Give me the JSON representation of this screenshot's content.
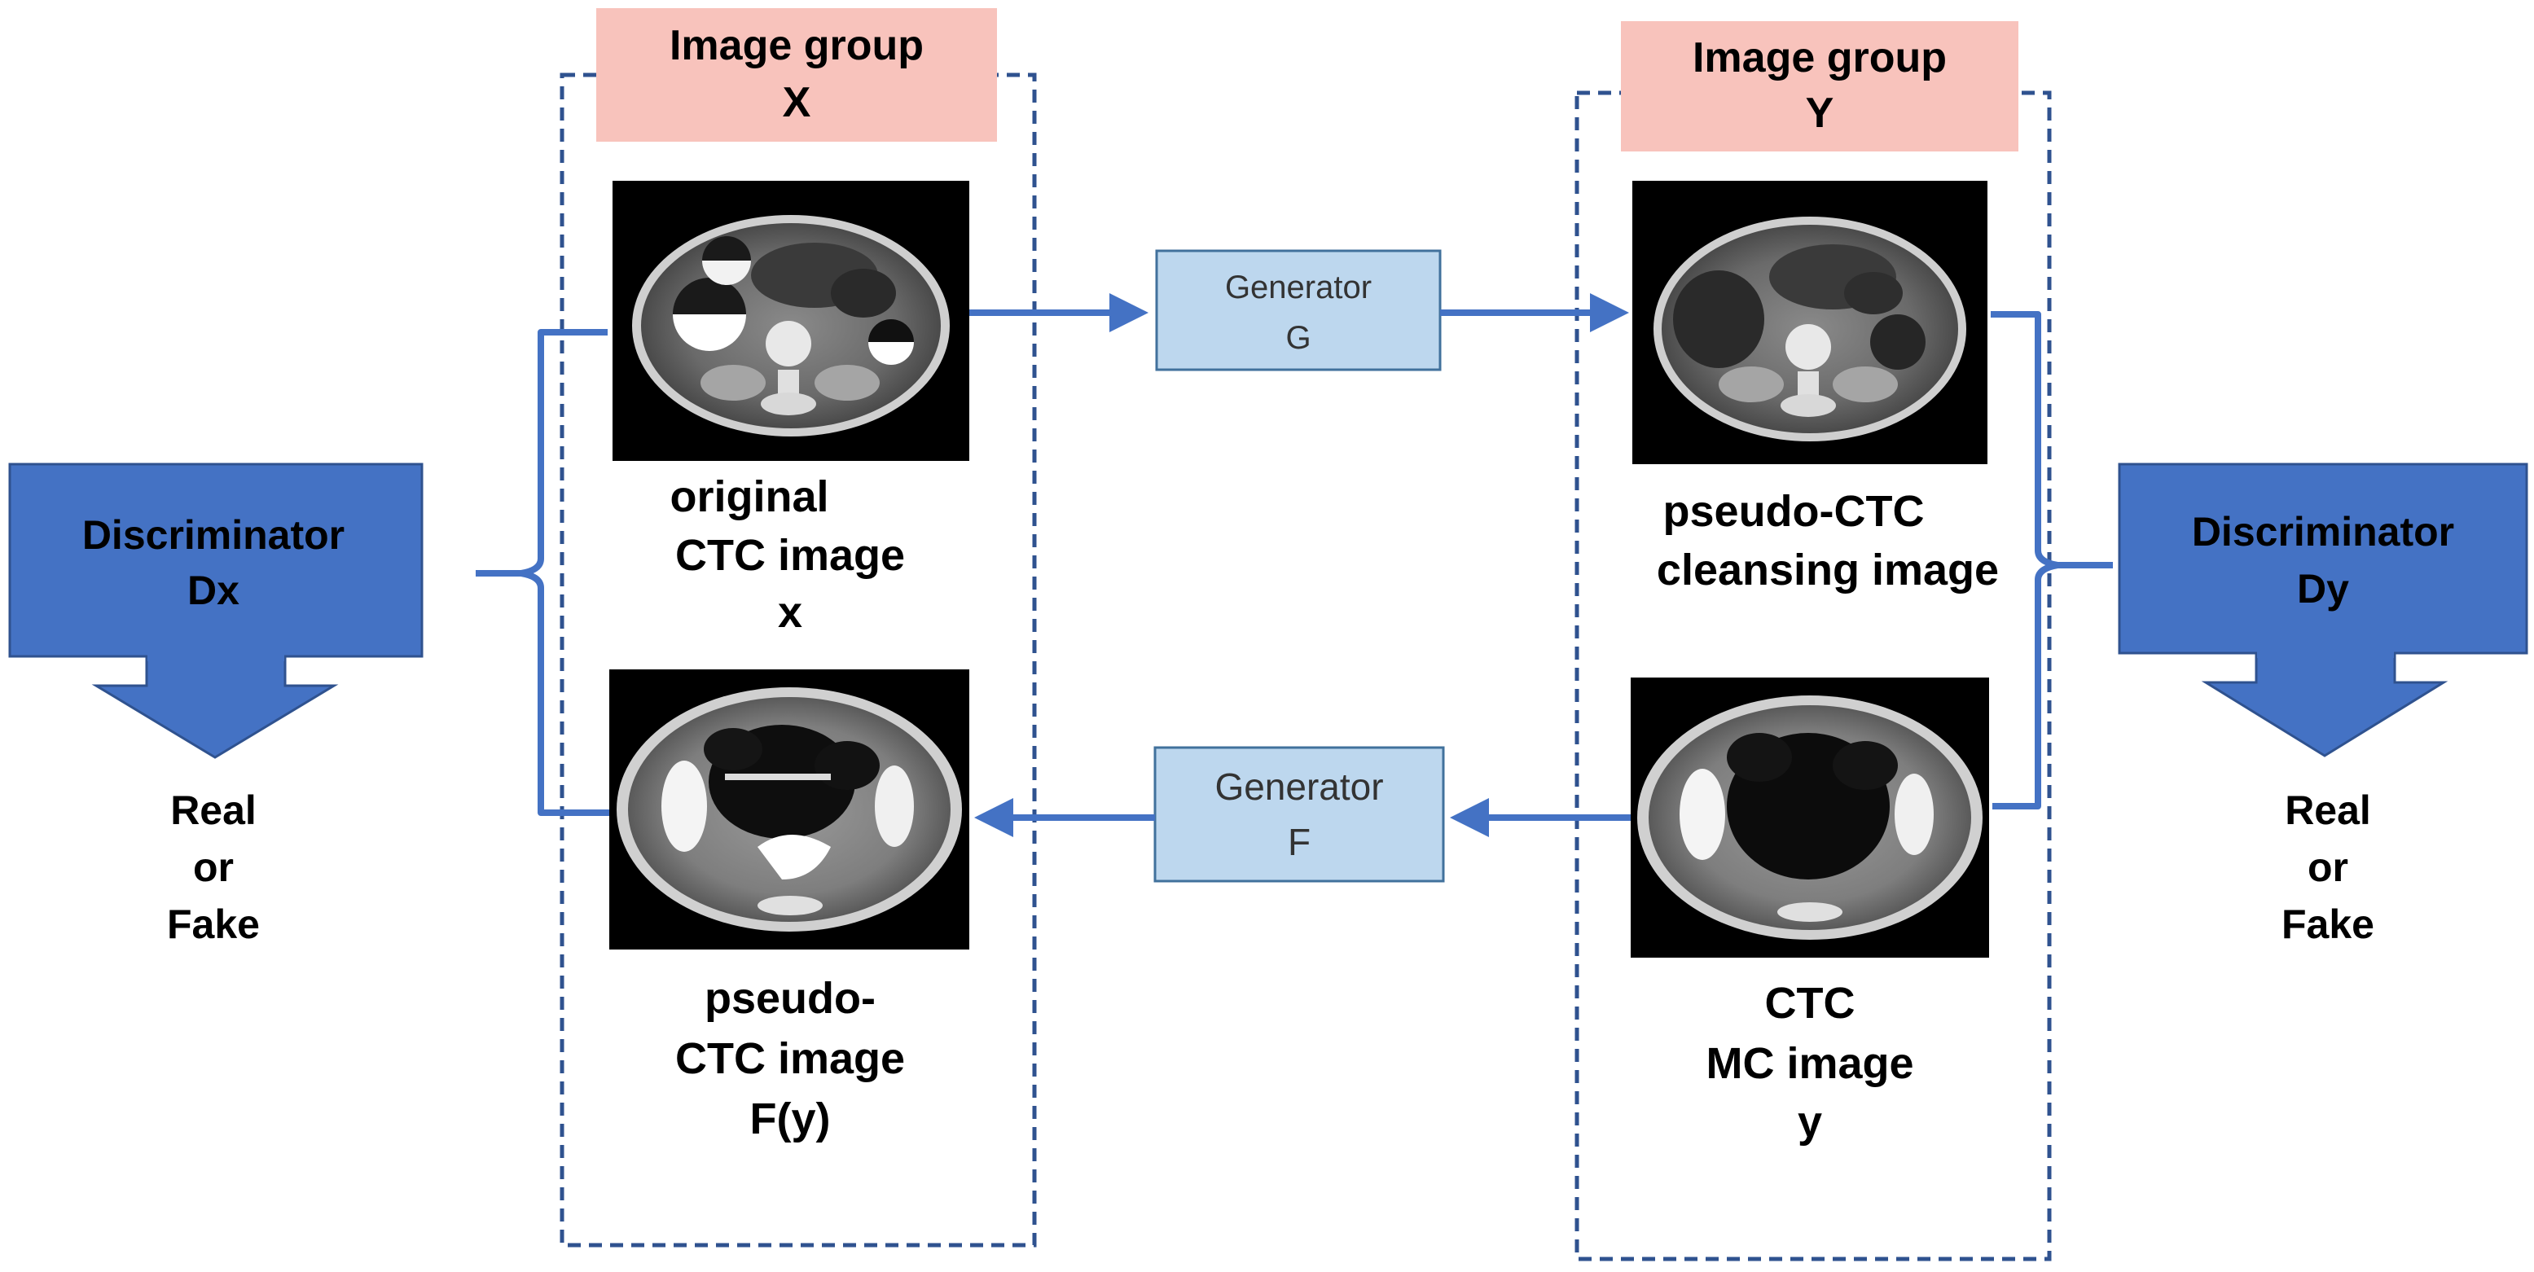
{
  "group_x": {
    "title_line1": "Image group",
    "title_line2": "X"
  },
  "group_y": {
    "title_line1": "Image group",
    "title_line2": "Y"
  },
  "images": {
    "original": {
      "line1": "original",
      "line2": "CTC image",
      "line3": "x"
    },
    "pseudo": {
      "line1": "pseudo-",
      "line2": "CTC image",
      "line3": "F(y)"
    },
    "cleansing": {
      "line1": "pseudo-CTC",
      "line2": "cleansing image"
    },
    "mc": {
      "line1": "CTC",
      "line2": "MC image",
      "line3": "y"
    }
  },
  "generators": {
    "g": {
      "line1": "Generator",
      "line2": "G"
    },
    "f": {
      "line1": "Generator",
      "line2": "F"
    }
  },
  "discriminators": {
    "dx": {
      "line1": "Discriminator",
      "line2": "Dx",
      "out1": "Real",
      "out2": "or",
      "out3": "Fake"
    },
    "dy": {
      "line1": "Discriminator",
      "line2": "Dy",
      "out1": "Real",
      "out2": "or",
      "out3": "Fake"
    }
  },
  "colors": {
    "arrow": "#4472c4",
    "discriminator_fill": "#4472c4",
    "generator_fill": "#bdd7ee",
    "group_label_fill": "#f8c3bc",
    "dashed_border": "#2f528f"
  }
}
